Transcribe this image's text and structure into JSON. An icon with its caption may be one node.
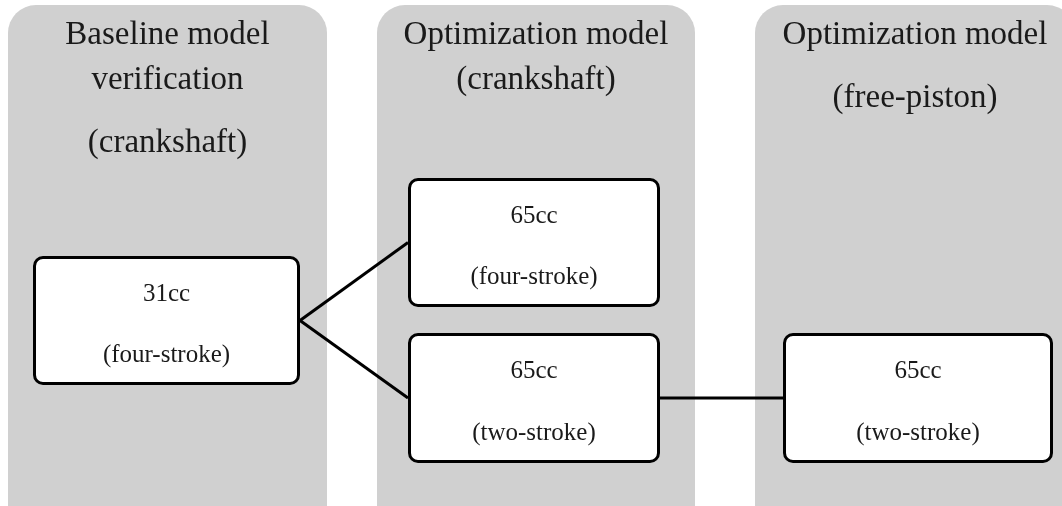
{
  "diagram": {
    "nodes": [
      {
        "text": [
          "Baseline model verification",
          "(crankshaft)"
        ]
      },
      {
        "text": [
          "Optimization model (crankshaft)"
        ]
      },
      {
        "text": [
          "Optimization model",
          "(free-piston)"
        ]
      },
      {
        "text": [
          "31cc",
          "(four-stroke)"
        ],
        "in": 0
      },
      {
        "text": [
          "65cc",
          "(four-stroke)"
        ],
        "in": 1
      },
      {
        "text": [
          "65cc",
          "(two-stroke)"
        ],
        "in": 1
      },
      {
        "text": [
          "65cc",
          "(two-stroke)"
        ],
        "in": 2
      }
    ],
    "edges": [
      {
        "from": 3,
        "to": 4,
        "arrow": "none"
      },
      {
        "from": 3,
        "to": 5,
        "arrow": "none"
      },
      {
        "from": 5,
        "to": 6,
        "arrow": "none"
      }
    ]
  }
}
